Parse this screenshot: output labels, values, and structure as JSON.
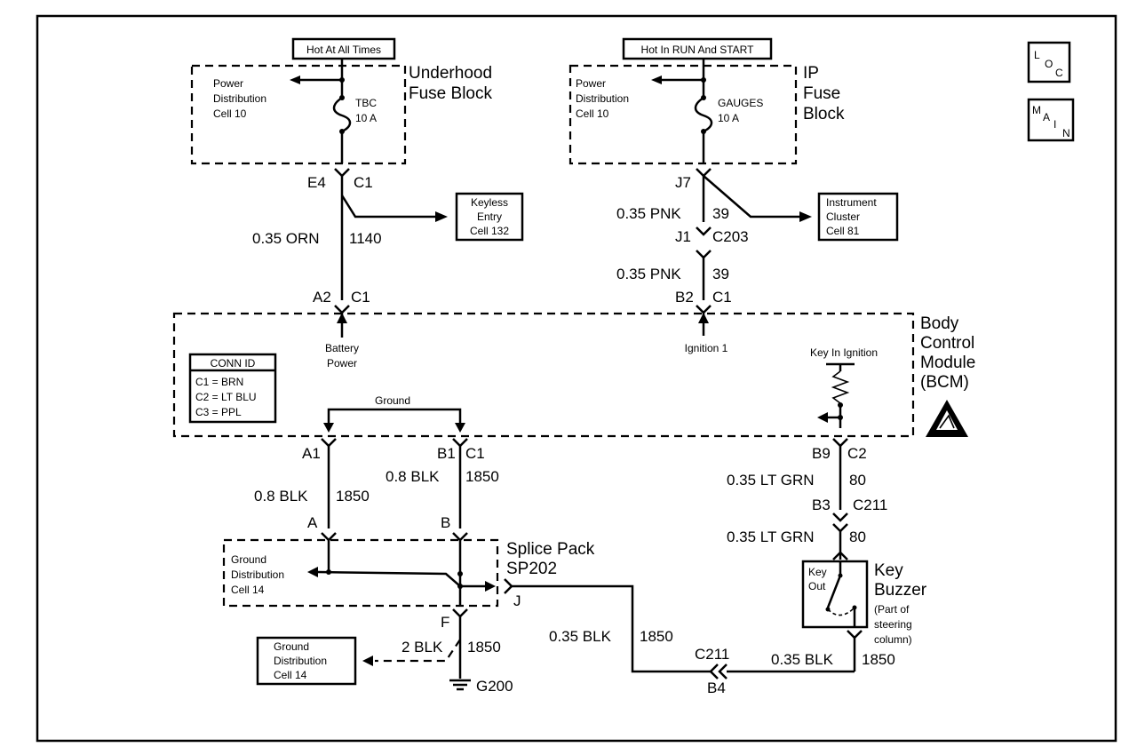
{
  "hot_labels": {
    "underhood": "Hot At All Times",
    "ip": "Hot In RUN And START"
  },
  "nav_boxes": {
    "loc": [
      "L",
      "O",
      "C"
    ],
    "main": [
      "M",
      "A",
      "I",
      "N"
    ]
  },
  "underhood_fuse_block": {
    "title": [
      "Underhood",
      "Fuse Block"
    ],
    "power_dist": [
      "Power",
      "Distribution",
      "Cell 10"
    ],
    "fuse_name": "TBC",
    "fuse_rating": "10 A"
  },
  "ip_fuse_block": {
    "title": [
      "IP",
      "Fuse",
      "Block"
    ],
    "power_dist": [
      "Power",
      "Distribution",
      "Cell 10"
    ],
    "fuse_name": "GAUGES",
    "fuse_rating": "10 A"
  },
  "keyless_entry": [
    "Keyless",
    "Entry",
    "Cell 132"
  ],
  "instrument_cluster": [
    "Instrument",
    "Cluster",
    "Cell 81"
  ],
  "wires": {
    "orn_gauge": "0.35 ORN",
    "orn_circuit": "1140",
    "pnk1_gauge": "0.35 PNK",
    "pnk1_circuit": "39",
    "pnk2_gauge": "0.35 PNK",
    "pnk2_circuit": "39",
    "blk_a_gauge": "0.8 BLK",
    "blk_a_circuit": "1850",
    "blk_b_gauge": "0.8 BLK",
    "blk_b_circuit": "1850",
    "grn1_gauge": "0.35 LT GRN",
    "grn1_circuit": "80",
    "grn2_gauge": "0.35 LT GRN",
    "grn2_circuit": "80",
    "blk_f_gauge": "2 BLK",
    "blk_f_circuit": "1850",
    "blk_j_gauge": "0.35 BLK",
    "blk_j_circuit": "1850",
    "blk_kb_gauge": "0.35 BLK",
    "blk_kb_circuit": "1850"
  },
  "connectors": {
    "e4": "E4",
    "c1_top": "C1",
    "j7": "J7",
    "j1": "J1",
    "c203": "C203",
    "a2": "A2",
    "c1_a2": "C1",
    "b2": "B2",
    "c1_b2": "C1",
    "a1": "A1",
    "b1": "B1",
    "c1_b1": "C1",
    "b9": "B9",
    "c2": "C2",
    "b3": "B3",
    "c211_top": "C211",
    "a": "A",
    "b": "B",
    "f": "F",
    "j": "J",
    "c211_bottom": "C211",
    "b4": "B4"
  },
  "bcm": {
    "title": [
      "Body",
      "Control",
      "Module",
      "(BCM)"
    ],
    "battery_power": [
      "Battery",
      "Power"
    ],
    "ignition": "Ignition 1",
    "key_in_ignition": "Key In Ignition",
    "ground": "Ground"
  },
  "conn_id": {
    "header": "CONN ID",
    "rows": [
      "C1 = BRN",
      "C2 = LT BLU",
      "C3 = PPL"
    ]
  },
  "splice_pack": {
    "title": [
      "Splice Pack",
      "SP202"
    ],
    "ground_dist": [
      "Ground",
      "Distribution",
      "Cell 14"
    ]
  },
  "ground_dist_box": [
    "Ground",
    "Distribution",
    "Cell 14"
  ],
  "ground_point": "G200",
  "key_buzzer": {
    "title": [
      "Key",
      "Buzzer"
    ],
    "note": [
      "(Part of",
      "steering",
      "column)"
    ],
    "inner": [
      "Key",
      "Out"
    ]
  }
}
